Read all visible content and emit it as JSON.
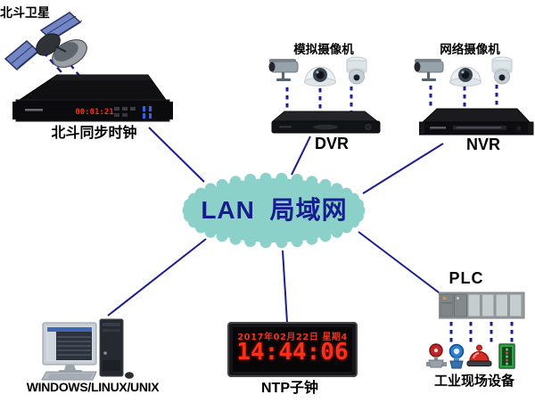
{
  "colors": {
    "line": "#1b1f8e",
    "cloud_fill": "#8bd1c9",
    "cloud_text": "#171c8f",
    "led_red": "#ff2e18",
    "label_text": "#000000"
  },
  "satellite": {
    "label": "北斗卫星"
  },
  "beidou_clock": {
    "label": "北斗同步时钟",
    "display": "00:01:21"
  },
  "analog_cameras": {
    "label": "模拟摄像机"
  },
  "dvr": {
    "label": "DVR"
  },
  "network_cameras": {
    "label": "网络摄像机"
  },
  "nvr": {
    "label": "NVR"
  },
  "lan_cloud": {
    "label": "LAN 局域网"
  },
  "computer": {
    "label": "WINDOWS/LINUX/UNIX"
  },
  "ntp_clock": {
    "label": "NTP子钟",
    "date_display": "2017年02月22日 星期4",
    "time_display": "14:44:06"
  },
  "plc": {
    "label": "PLC"
  },
  "field_devices": {
    "label": "工业现场设备"
  }
}
